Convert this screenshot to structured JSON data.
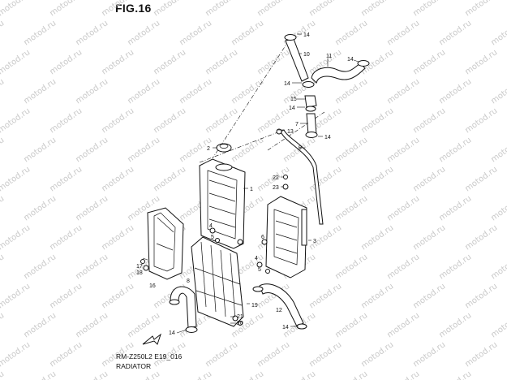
{
  "figure": {
    "title": "FIG.16",
    "model_code": "RM-Z250L2 E19_016",
    "caption": "RADIATOR"
  },
  "watermark": "motod.ru",
  "callouts": [
    "14",
    "10",
    "11",
    "14",
    "14",
    "15",
    "14",
    "7",
    "14",
    "13",
    "9",
    "2",
    "1",
    "22",
    "23",
    "4",
    "5",
    "6",
    "3",
    "17",
    "18",
    "16",
    "8",
    "4",
    "5",
    "19",
    "12",
    "21",
    "20",
    "14",
    "14"
  ]
}
